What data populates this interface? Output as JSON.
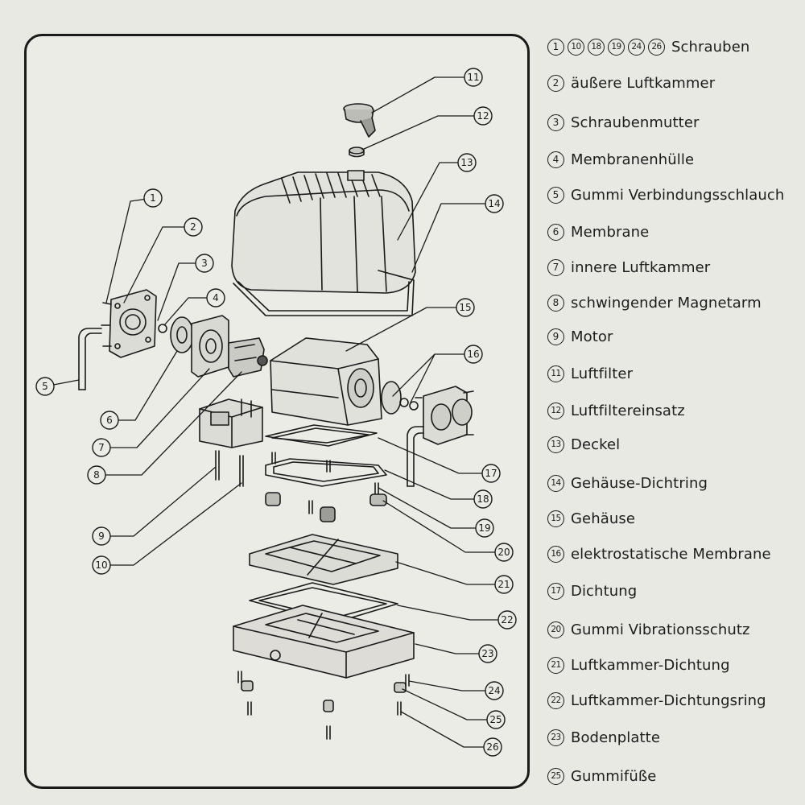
{
  "callouts": [
    "1",
    "2",
    "3",
    "4",
    "5",
    "6",
    "7",
    "8",
    "9",
    "10",
    "11",
    "12",
    "13",
    "14",
    "15",
    "16",
    "17",
    "18",
    "19",
    "20",
    "21",
    "22",
    "23",
    "24",
    "25",
    "26"
  ],
  "legend": [
    {
      "nums": [
        "1",
        "10",
        "18",
        "19",
        "24",
        "26"
      ],
      "text": "Schrauben"
    },
    {
      "nums": [
        "2"
      ],
      "text": "äußere Luftkammer"
    },
    {
      "nums": [
        "3"
      ],
      "text": "Schraubenmutter"
    },
    {
      "nums": [
        "4"
      ],
      "text": "Membranenhülle"
    },
    {
      "nums": [
        "5"
      ],
      "text": "Gummi Verbindungsschlauch"
    },
    {
      "nums": [
        "6"
      ],
      "text": "Membrane"
    },
    {
      "nums": [
        "7"
      ],
      "text": "innere Luftkammer"
    },
    {
      "nums": [
        "8"
      ],
      "text": "schwingender Magnetarm"
    },
    {
      "nums": [
        "9"
      ],
      "text": "Motor"
    },
    {
      "nums": [
        "11"
      ],
      "text": "Luftfilter"
    },
    {
      "nums": [
        "12"
      ],
      "text": "Luftfiltereinsatz"
    },
    {
      "nums": [
        "13"
      ],
      "text": "Deckel"
    },
    {
      "nums": [
        "14"
      ],
      "text": "Gehäuse-Dichtring"
    },
    {
      "nums": [
        "15"
      ],
      "text": "Gehäuse"
    },
    {
      "nums": [
        "16"
      ],
      "text": "elektrostatische Membrane"
    },
    {
      "nums": [
        "17"
      ],
      "text": "Dichtung"
    },
    {
      "nums": [
        "20"
      ],
      "text": "Gummi Vibrationsschutz"
    },
    {
      "nums": [
        "21"
      ],
      "text": "Luftkammer-Dichtung"
    },
    {
      "nums": [
        "22"
      ],
      "text": "Luftkammer-Dichtungsring"
    },
    {
      "nums": [
        "23"
      ],
      "text": "Bodenplatte"
    },
    {
      "nums": [
        "25"
      ],
      "text": "Gummifüße"
    }
  ]
}
